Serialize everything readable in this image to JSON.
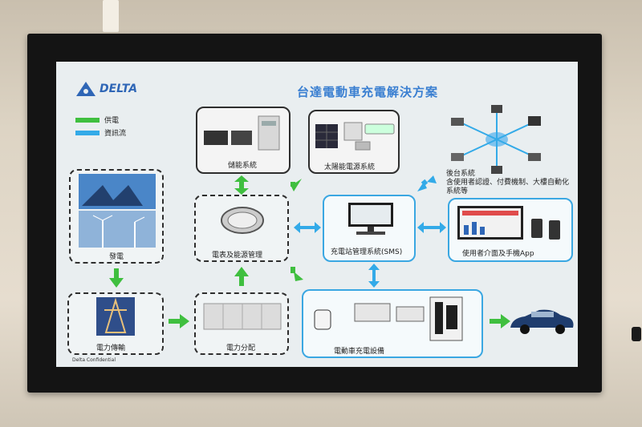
{
  "slide": {
    "logo_text": "DELTA",
    "title": "台達電動車充電解決方案",
    "legend": {
      "power": {
        "label": "供電",
        "color": "#3fbf3f"
      },
      "info": {
        "label": "資訊流",
        "color": "#33aae8"
      }
    },
    "nodes": {
      "storage": "儲能系統",
      "solar": "太陽能電源系統",
      "generation": "發電",
      "meter": "電表及能源管理",
      "sms": "充電站管理系統(SMS)",
      "backend_line1": "後台系統",
      "backend_line2": "含使用者認證、付費機制、大樓自動化",
      "backend_line3": "系統等",
      "app": "使用者介面及手機App",
      "transmission": "電力傳輸",
      "distribution": "電力分配",
      "chargers": "電動車充電設備"
    },
    "footer": "Delta Confidential"
  }
}
